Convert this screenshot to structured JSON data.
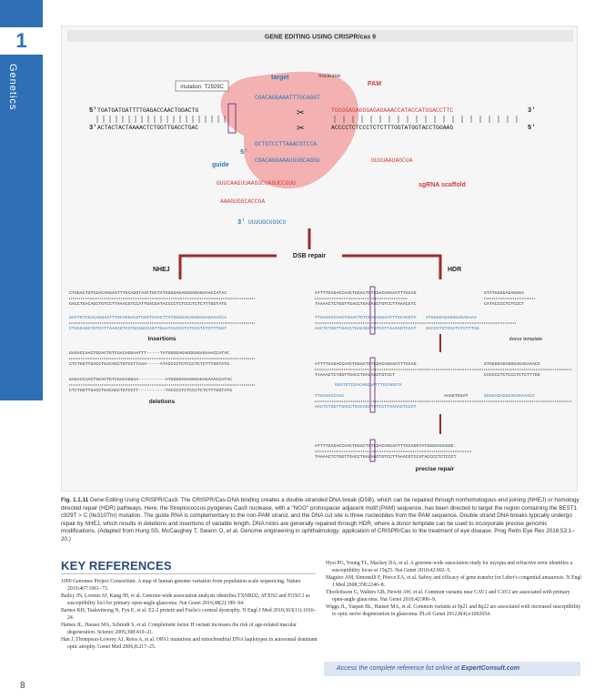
{
  "chapter": {
    "number": "1",
    "title": "Genetics"
  },
  "page_number": "8",
  "figure": {
    "title": "GENE EDITING USING CRISPR/cas 9",
    "labels": {
      "target": "target",
      "nuclease": "nuclease",
      "pam": "PAM",
      "mutation": "mutation: T2929C",
      "guide": "guide",
      "scaffold": "sgRNA scaffold",
      "five_prime": "5'",
      "three_prime": "3'",
      "dsb": "DSB repair",
      "nhej": "NHEJ",
      "hdr": "HDR",
      "insertions": "insertions",
      "deletions": "deletions",
      "donor": "donor template",
      "precise": "precise repair"
    },
    "seq_top": "TGATGATGATTTTGAGACCAACTGGACTG",
    "seq_top_pam": "TGGGGAGAGGGAGAGAAACCATACCATGGACCTTC",
    "seq_bot": "ACTACTACTAAAACTCTGGTTGACCTGAC",
    "seq_bot_pam": "ACCCCTCTCCCTCTCTTTGGTATGGTACCTGGAAG",
    "guide_top": "CGACAGGAAATTTGCAGGT",
    "guide_rna1": "GCTGTCCTTAAACGTCCA",
    "guide_rna2": "CGACAGGAAAUUUGCAGGU",
    "scaffold_rna1": "GUUUAAUAGCUA",
    "scaffold_rna2": "GUUCAAGUUAAGGCUAGUCCGUU",
    "loop_seq": "AAAGUGGCACCGA",
    "tail_seq": "UUUUGCUGGCU",
    "nhej_rows": [
      "CTGGACTGTCGACAGGAATTTGCAGGTAACTGCTATGGGGAGAGGGAGAGAAACCATAC",
      "GACCTGACAGCTGTCCTTAAACGTCCATTGACGATACCCCTCTCCCTCTCTTTGGTATG",
      "GACTGTCGACAGGAATTTGCAGGACGTCGGTCAACTTATGGGGAGAGGGAGAGAAACCA",
      "CTGACAGCTGTCCTTAAACGTCCTGCAGCCAGTTGAATACCCCTCTCCCTCTCTTTGGT",
      "GAGACCAACTGGACTGTCGACAGGAATTT-----TATGGGGAGAGGGAGAGAAACCATAC",
      "CTCTGGTTGACCTGACAGCTGTCCTTAAA-----ATACCCCTCTCCCTCTCTTTGGTATG",
      "GAGACCAACTGGACTGTCGACAGGAA----------ATGGGGAGAGGGAGAGAAACCATAC",
      "CTCTGGTTGACCTGACAGCTGTCCTT----------TACCCCTCTCCCTCTCTTTGGTATG"
    ],
    "hdr_rows": [
      "ATTTTGAGACCAACTGGACTGTCGACAGGAATTTGCAG",
      "TAAAACTCTGGTTGACCTGACAGCTGTCCTTAAACGTC",
      "TTGAGACCAACTGGACTGTCGACAGGAATTTGCAGGTA",
      "AACTCTGGTTGACCTGACAGCTGTCCTTAAACGTCCAT",
      "ATTTTGAGACCAACTGGACTGTCGACAGGAATTTGCAG",
      "TAAAACTCTGGTTGACCTGACAGCTGTCCT",
      "GGATGTCGACAGGAATTTGCAGGTA",
      "TTGAGACCAAC",
      "AACTCTGGTTGACCTGACAGCTGTCCTTAAACGTCCAT",
      "ATTTTGAGACCAACTGGACTGTCGACAGGAATTTGCAGGTATGGGGAGAGGG",
      "TAAAACTCTGGTTGACCTGACAGCTGTCCTTAAACGTCCATACCCCTCTCCCT"
    ],
    "hdr_right_rows": [
      "GTATGGGGAGAGGGA",
      "CATACCCCTCTCCCT",
      "ATGGGGAGAGGGAGAGAAA",
      "ACCCCTCTCCCTCTCTTTGG",
      "GTGGGGAGAGGGAGAGAAACC",
      "CACCCCTCTCCCTCTCTTTGG",
      "AAAGTGGAT",
      "GGGGAGAGGGAGAGAAACC"
    ]
  },
  "caption": {
    "label": "Fig. 1.1.11",
    "text": "Gene Editing Using CRISPR/Cas9. The CRISPR/Cas-DNA binding creates a double-stranded DNA break (DSB), which can be repaired through nonhomologous end joining (NHEJ) or homology directed repair (HDR) pathways. Here, the Streptococcus pyogenes Cas9 nuclease, with a \"NGG\" protospacer adjacent motif (PAM) sequence, has been directed to target the region containing the BEST1 c929T > C (Ile310Thr) mutation. The guide RNA is complementary to the non-PAM strand, and the DNA cut site is three nucleotides from the PAM sequence. Double strand DNA breaks typically undergo repair by NHEJ, which results in deletions and insertions of variable length. DNA nicks are generally repaired through HDR, where a donor template can be used to incorporate precise genomic modifications. (Adapted from Hung SS, McCaughey T, Swann O, et al. Genome engineering in ophthalmology: application of CRISPR/Cas to the treatment of eye disease. Prog Retin Eye Res 2016;53:1–20.)"
  },
  "references": {
    "heading": "KEY REFERENCES",
    "left": [
      "1000 Genomes Project Consortium. A map of human genome variation from population-scale sequencing. Nature 2010;467:1061–73.",
      "Bailey JN, Loomis SJ, Kang JH, et al. Genome-wide association analysis identifies TXNRD2, ATXN2 and FOXC1 as susceptibility loci for primary open-angle glaucoma. Nat Genet 2016;48(2):189–94.",
      "Barnes KH, Tsalavitsong N, Fyu E, et al. E2-2 protein and Fuchs's corneal dystrophy. N Engl J Med 2010;363(11):1016–24.",
      "Haines JL, Hauser MA, Schmidt S, et al. Complement factor H variant increases the risk of age-related macular degeneration. Science 2005;308:419–21.",
      "Han J, Thompson-Lowrey AJ, Reiss A, et al. OPA1 mutations and mitochondrial DNA haplotypes in autosomal dominant optic atrophy. Genet Med 2006;8:217–25."
    ],
    "right": [
      "Hysi PG, Young TL, Mackey DA, et al. A genome-wide association study for myopia and refractive error identifies a susceptibility locus at 15q25. Nat Genet 2010;42:902–5.",
      "Maguire AM, Simonelli F, Pierce EA, et al. Safety and efficacy of gene transfer for Leber's congenital amaurosis. N Engl J Med 2008;358:2240–8.",
      "Thorleifsson G, Walters GB, Hewitt AW, et al. Common variants near CAV1 and CAV2 are associated with primary open-angle glaucoma. Nat Genet 2010;42:906–9.",
      "Wiggs JL, Yaspan BL, Hauser MA, et al. Common variants at 9p21 and 8q22 are associated with increased susceptibility to optic nerve degeneration in glaucoma. PLoS Genet 2012;8(4):e1002654."
    ]
  },
  "access": {
    "prefix": "Access the complete reference list online at ",
    "link": "ExpertConsult.com"
  },
  "colors": {
    "chapter_blue": "#2f6fb5",
    "pam_red": "#d23c3c",
    "blue_seq": "#2a78b8",
    "cas_pink": "#f2a4a4",
    "arrow_red": "#9c2a2a"
  }
}
